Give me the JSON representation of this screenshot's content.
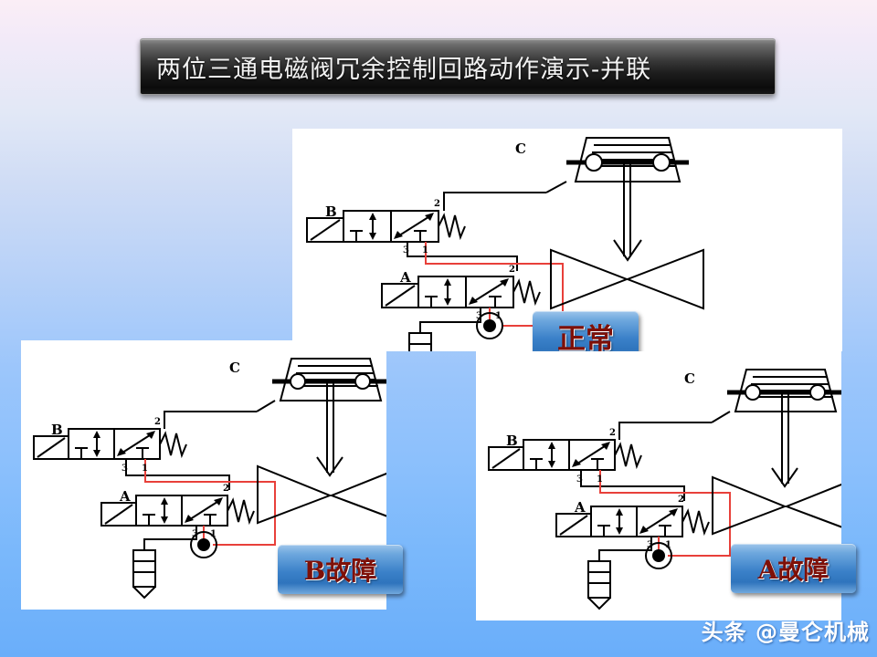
{
  "title": {
    "text": "两位三通电磁阀冗余控制回路动作演示-并联"
  },
  "watermark": {
    "text": "头条 @曼仑机械"
  },
  "colors": {
    "pipe_air": "#000000",
    "pipe_pressure": "#e8403a",
    "badge_text": "#7e1008",
    "badge_fill": "#3b81c9",
    "panel_bg": "#ffffff",
    "title_text": "#f2f2f2"
  },
  "panels": [
    {
      "id": "normal",
      "status_label": "正常",
      "valve_b_label": "B",
      "valve_a_label": "A",
      "output_label": "C",
      "ports": {
        "p1": "1",
        "p2": "2",
        "p3": "3"
      }
    },
    {
      "id": "bfault",
      "status_label": "B故障",
      "valve_b_label": "B",
      "valve_a_label": "A",
      "output_label": "C",
      "ports": {
        "p1": "1",
        "p2": "2",
        "p3": "3"
      }
    },
    {
      "id": "afault",
      "status_label": "A故障",
      "valve_b_label": "B",
      "valve_a_label": "A",
      "output_label": "C",
      "ports": {
        "p1": "1",
        "p2": "2",
        "p3": "3"
      }
    }
  ]
}
